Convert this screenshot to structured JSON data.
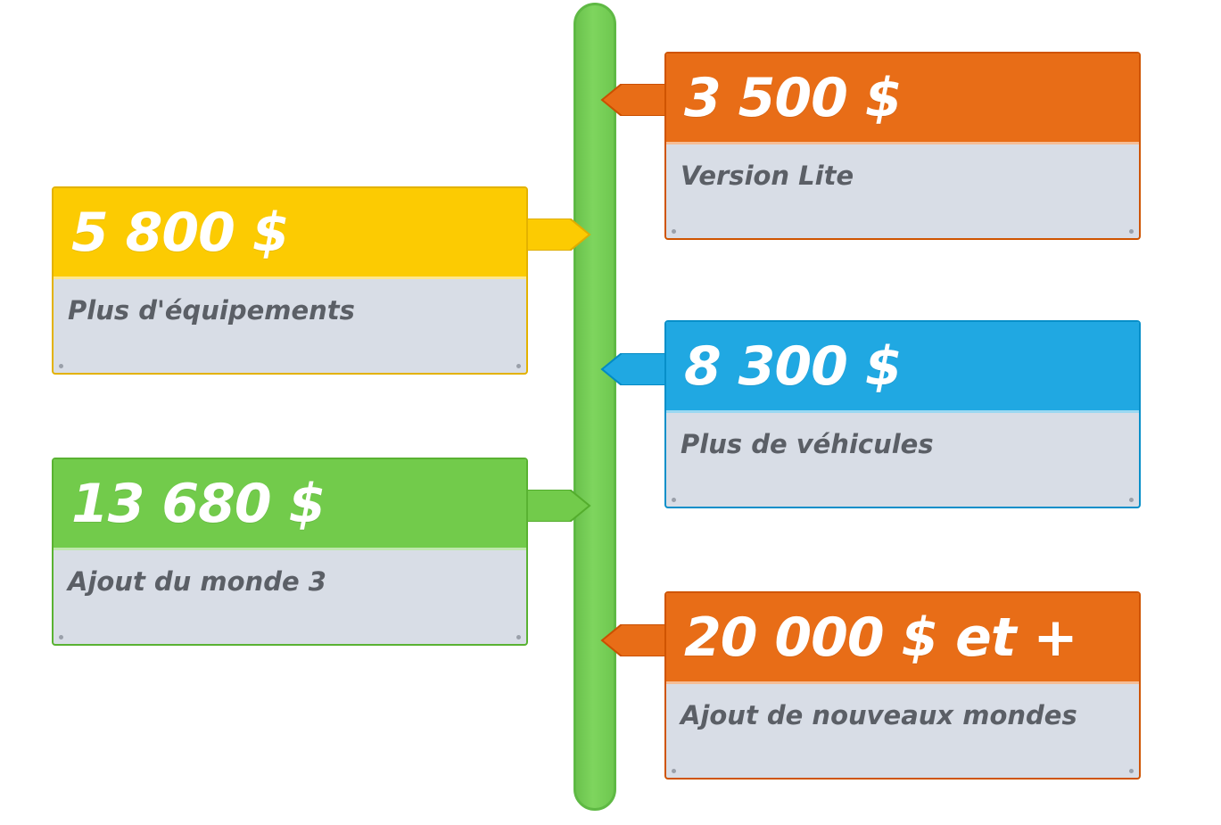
{
  "milestones": [
    {
      "amount": "3 500 $",
      "description": "Version Lite",
      "color": "#e86d17",
      "side": "right"
    },
    {
      "amount": "5 800 $",
      "description": "Plus d'équipements",
      "color": "#fccb02",
      "side": "left"
    },
    {
      "amount": "8 300 $",
      "description": "Plus de véhicules",
      "color": "#20a8e2",
      "side": "right"
    },
    {
      "amount": "13 680 $",
      "description": "Ajout du monde 3",
      "color": "#72cb4b",
      "side": "left"
    },
    {
      "amount": "20 000 $ et +",
      "description": "Ajout de nouveaux mondes",
      "color": "#e86d17",
      "side": "right"
    }
  ],
  "colors": {
    "spine": "#72cb4b",
    "card_body": "#d8dde6",
    "text": "#5b5f66"
  }
}
